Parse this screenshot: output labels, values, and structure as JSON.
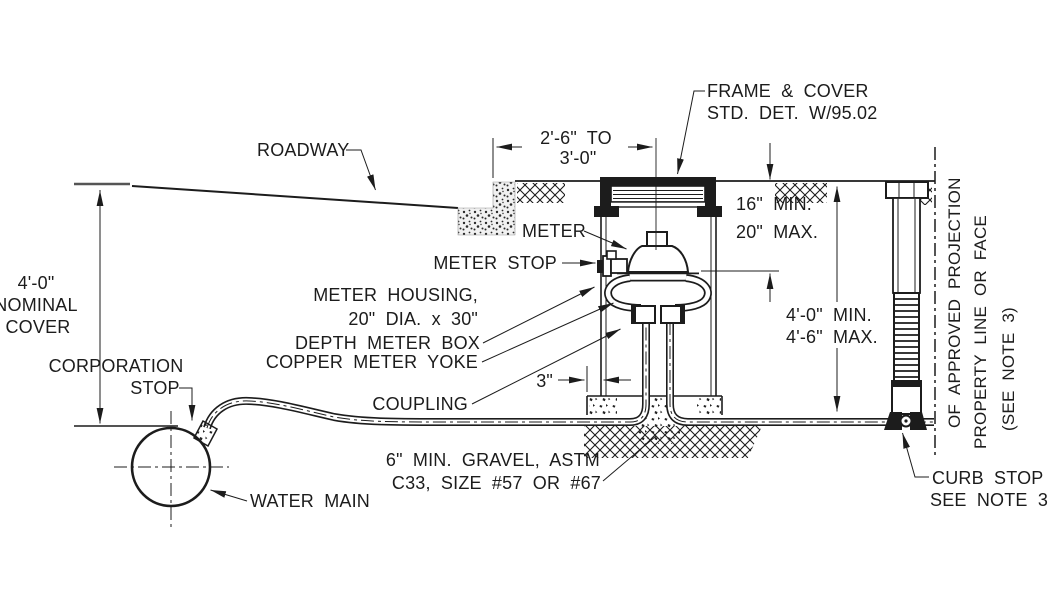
{
  "colors": {
    "ink": "#1c1c1c",
    "paper": "#ffffff",
    "muted_line": "#555555"
  },
  "annotations": {
    "roadway": "ROADWAY",
    "frame_cover": {
      "line1": "FRAME & COVER",
      "line2": "STD. DET. W/95.02"
    },
    "meter": "METER",
    "meter_stop": "METER STOP",
    "meter_housing": {
      "line1": "METER HOUSING,",
      "line2": "20\" DIA. x 30\"",
      "line3": "DEPTH METER BOX"
    },
    "copper_meter_yoke": "COPPER METER YOKE",
    "coupling": "COUPLING",
    "corporation_stop": {
      "line1": "CORPORATION",
      "line2": "STOP"
    },
    "water_main": "WATER MAIN",
    "gravel": {
      "line1": "6\" MIN. GRAVEL, ASTM",
      "line2": "C33, SIZE #57 OR #67"
    },
    "curb_stop": {
      "line1": "CURB STOP",
      "line2": "SEE NOTE 3"
    },
    "property_line": {
      "line1": "OF APPROVED PROJECTION",
      "line2": "PROPERTY LINE OR FACE",
      "line3": "(SEE NOTE 3)"
    }
  },
  "dimensions": {
    "box_offset": {
      "line1": "2'-6\" TO",
      "line2": "3'-0\""
    },
    "meter_depth": {
      "line1": "16\" MIN.",
      "line2": "20\" MAX."
    },
    "service_depth": {
      "line1": "4'-0\" MIN.",
      "line2": "4'-6\" MAX."
    },
    "nominal_cover": {
      "line1": "4'-0\"",
      "line2": "NOMINAL",
      "line3": "COVER"
    },
    "wall_clearance": "3\""
  }
}
